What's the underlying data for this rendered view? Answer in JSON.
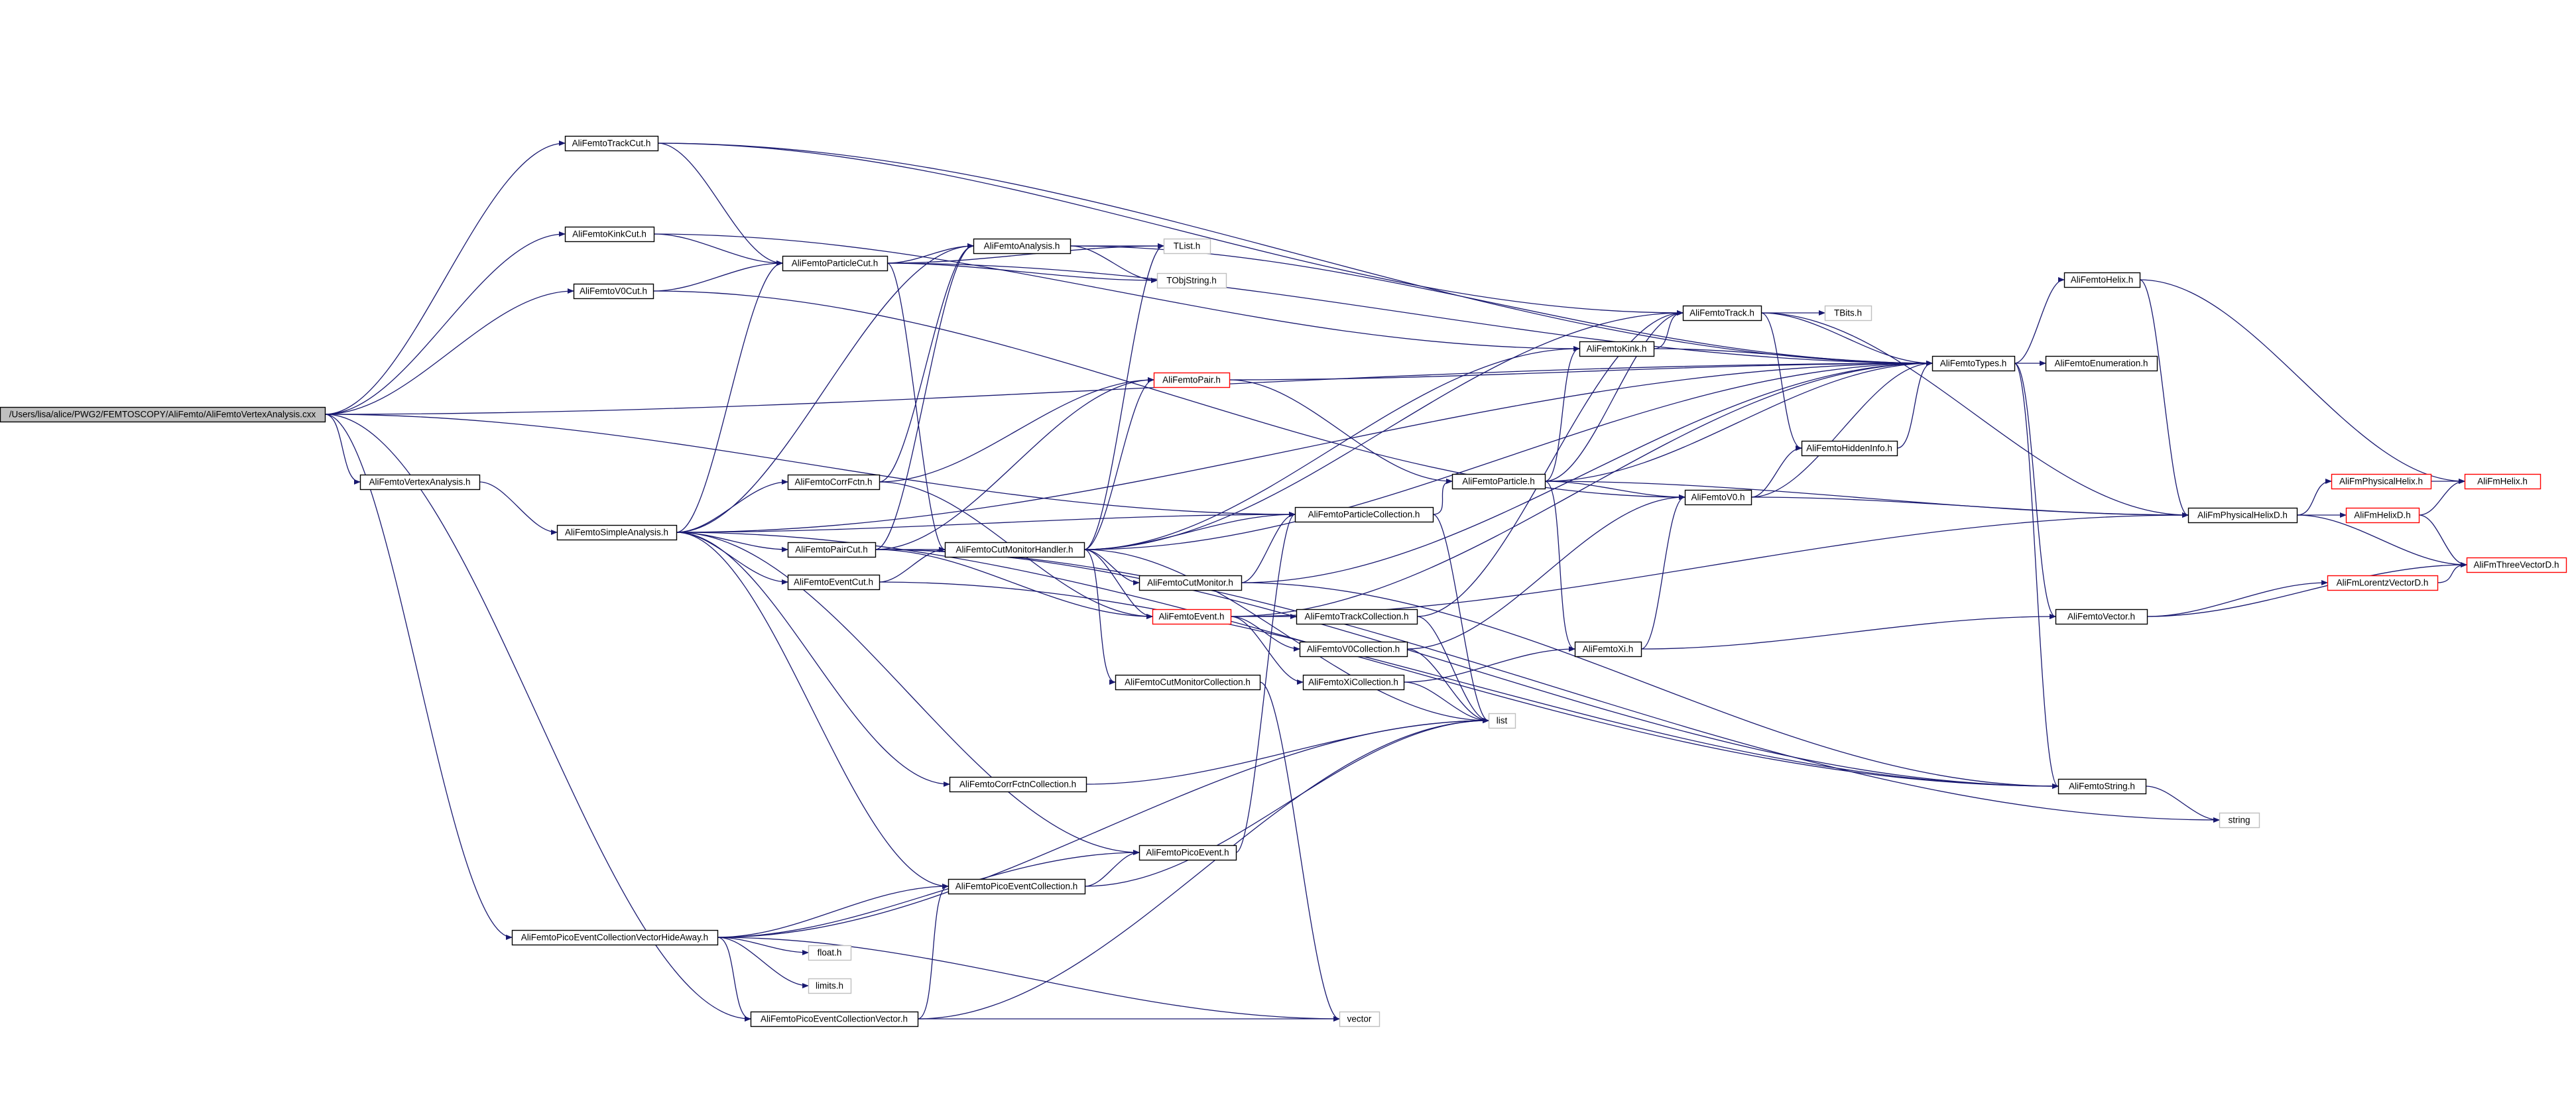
{
  "colors": {
    "edge": "#191970",
    "border_normal": "#000000",
    "border_incomplete": "#ff0000",
    "border_external": "#bfbfbf",
    "fill_root": "#bfbfbf",
    "fill_node": "#ffffff",
    "text": "#000000"
  },
  "nodes": [
    {
      "id": "root",
      "label": "/Users/lisa/alice/PWG2/FEMTOSCOPY/AliFemto/AliFemtoVertexAnalysis.cxx",
      "kind": "root"
    },
    {
      "id": "trackcut",
      "label": "AliFemtoTrackCut.h",
      "kind": "normal"
    },
    {
      "id": "kinkcut",
      "label": "AliFemtoKinkCut.h",
      "kind": "normal"
    },
    {
      "id": "v0cut",
      "label": "AliFemtoV0Cut.h",
      "kind": "normal"
    },
    {
      "id": "particlecut",
      "label": "AliFemtoParticleCut.h",
      "kind": "normal"
    },
    {
      "id": "analysis",
      "label": "AliFemtoAnalysis.h",
      "kind": "normal"
    },
    {
      "id": "tlist",
      "label": "TList.h",
      "kind": "external"
    },
    {
      "id": "tobjstring",
      "label": "TObjString.h",
      "kind": "external"
    },
    {
      "id": "track",
      "label": "AliFemtoTrack.h",
      "kind": "normal"
    },
    {
      "id": "tbits",
      "label": "TBits.h",
      "kind": "external"
    },
    {
      "id": "kink",
      "label": "AliFemtoKink.h",
      "kind": "normal"
    },
    {
      "id": "types",
      "label": "AliFemtoTypes.h",
      "kind": "normal"
    },
    {
      "id": "enumeration",
      "label": "AliFemtoEnumeration.h",
      "kind": "normal"
    },
    {
      "id": "helix",
      "label": "AliFemtoHelix.h",
      "kind": "normal"
    },
    {
      "id": "pair",
      "label": "AliFemtoPair.h",
      "kind": "incomplete"
    },
    {
      "id": "vertexanalysis",
      "label": "AliFemtoVertexAnalysis.h",
      "kind": "normal"
    },
    {
      "id": "simpleanalysis",
      "label": "AliFemtoSimpleAnalysis.h",
      "kind": "normal"
    },
    {
      "id": "corrfctn",
      "label": "AliFemtoCorrFctn.h",
      "kind": "normal"
    },
    {
      "id": "paircut",
      "label": "AliFemtoPairCut.h",
      "kind": "normal"
    },
    {
      "id": "eventcut",
      "label": "AliFemtoEventCut.h",
      "kind": "normal"
    },
    {
      "id": "cutmonitorhandler",
      "label": "AliFemtoCutMonitorHandler.h",
      "kind": "normal"
    },
    {
      "id": "particlecollection",
      "label": "AliFemtoParticleCollection.h",
      "kind": "normal"
    },
    {
      "id": "particle",
      "label": "AliFemtoParticle.h",
      "kind": "normal"
    },
    {
      "id": "hiddeninfo",
      "label": "AliFemtoHiddenInfo.h",
      "kind": "normal"
    },
    {
      "id": "v0",
      "label": "AliFemtoV0.h",
      "kind": "normal"
    },
    {
      "id": "cutmonitor",
      "label": "AliFemtoCutMonitor.h",
      "kind": "normal"
    },
    {
      "id": "event",
      "label": "AliFemtoEvent.h",
      "kind": "incomplete"
    },
    {
      "id": "trackcollection",
      "label": "AliFemtoTrackCollection.h",
      "kind": "normal"
    },
    {
      "id": "v0collection",
      "label": "AliFemtoV0Collection.h",
      "kind": "normal"
    },
    {
      "id": "xicollection",
      "label": "AliFemtoXiCollection.h",
      "kind": "normal"
    },
    {
      "id": "xi",
      "label": "AliFemtoXi.h",
      "kind": "normal"
    },
    {
      "id": "cutmonitorcollection",
      "label": "AliFemtoCutMonitorCollection.h",
      "kind": "normal"
    },
    {
      "id": "list",
      "label": "list",
      "kind": "external"
    },
    {
      "id": "corrfctncollection",
      "label": "AliFemtoCorrFctnCollection.h",
      "kind": "normal"
    },
    {
      "id": "picoevent",
      "label": "AliFemtoPicoEvent.h",
      "kind": "normal"
    },
    {
      "id": "picoeventcollection",
      "label": "AliFemtoPicoEventCollection.h",
      "kind": "normal"
    },
    {
      "id": "hideaway",
      "label": "AliFemtoPicoEventCollectionVectorHideAway.h",
      "kind": "normal"
    },
    {
      "id": "float",
      "label": "float.h",
      "kind": "external"
    },
    {
      "id": "limits",
      "label": "limits.h",
      "kind": "external"
    },
    {
      "id": "collectionvector",
      "label": "AliFemtoPicoEventCollectionVector.h",
      "kind": "normal"
    },
    {
      "id": "vector",
      "label": "vector",
      "kind": "external"
    },
    {
      "id": "femtostring",
      "label": "AliFemtoString.h",
      "kind": "normal"
    },
    {
      "id": "string",
      "label": "string",
      "kind": "external"
    },
    {
      "id": "femtovector",
      "label": "AliFemtoVector.h",
      "kind": "normal"
    },
    {
      "id": "physicalhelixd",
      "label": "AliFmPhysicalHelixD.h",
      "kind": "normal"
    },
    {
      "id": "physicalhelix",
      "label": "AliFmPhysicalHelix.h",
      "kind": "incomplete"
    },
    {
      "id": "fmhelix",
      "label": "AliFmHelix.h",
      "kind": "incomplete"
    },
    {
      "id": "fmhelixd",
      "label": "AliFmHelixD.h",
      "kind": "incomplete"
    },
    {
      "id": "threevectord",
      "label": "AliFmThreeVectorD.h",
      "kind": "incomplete"
    },
    {
      "id": "lorentzvectord",
      "label": "AliFmLorentzVectorD.h",
      "kind": "incomplete"
    }
  ],
  "edges": [
    [
      "root",
      "trackcut"
    ],
    [
      "root",
      "kinkcut"
    ],
    [
      "root",
      "v0cut"
    ],
    [
      "root",
      "types"
    ],
    [
      "root",
      "vertexanalysis"
    ],
    [
      "root",
      "hideaway"
    ],
    [
      "root",
      "collectionvector"
    ],
    [
      "root",
      "particlecollection"
    ],
    [
      "trackcut",
      "particlecut"
    ],
    [
      "trackcut",
      "track"
    ],
    [
      "trackcut",
      "types"
    ],
    [
      "kinkcut",
      "particlecut"
    ],
    [
      "kinkcut",
      "kink"
    ],
    [
      "v0cut",
      "particlecut"
    ],
    [
      "v0cut",
      "v0"
    ],
    [
      "particlecut",
      "analysis"
    ],
    [
      "particlecut",
      "tlist"
    ],
    [
      "particlecut",
      "tobjstring"
    ],
    [
      "particlecut",
      "cutmonitorhandler"
    ],
    [
      "particlecut",
      "types"
    ],
    [
      "analysis",
      "tlist"
    ],
    [
      "analysis",
      "tobjstring"
    ],
    [
      "analysis",
      "types"
    ],
    [
      "track",
      "tbits"
    ],
    [
      "track",
      "types"
    ],
    [
      "track",
      "hiddeninfo"
    ],
    [
      "track",
      "physicalhelixd"
    ],
    [
      "kink",
      "track"
    ],
    [
      "kink",
      "types"
    ],
    [
      "types",
      "enumeration"
    ],
    [
      "types",
      "helix"
    ],
    [
      "types",
      "femtostring"
    ],
    [
      "types",
      "femtovector"
    ],
    [
      "helix",
      "physicalhelixd"
    ],
    [
      "helix",
      "fmhelix"
    ],
    [
      "pair",
      "particle"
    ],
    [
      "pair",
      "types"
    ],
    [
      "vertexanalysis",
      "simpleanalysis"
    ],
    [
      "simpleanalysis",
      "particlecut"
    ],
    [
      "simpleanalysis",
      "analysis"
    ],
    [
      "simpleanalysis",
      "corrfctn"
    ],
    [
      "simpleanalysis",
      "paircut"
    ],
    [
      "simpleanalysis",
      "eventcut"
    ],
    [
      "simpleanalysis",
      "particlecollection"
    ],
    [
      "simpleanalysis",
      "corrfctncollection"
    ],
    [
      "simpleanalysis",
      "picoevent"
    ],
    [
      "simpleanalysis",
      "picoeventcollection"
    ],
    [
      "simpleanalysis",
      "types"
    ],
    [
      "simpleanalysis",
      "femtostring"
    ],
    [
      "corrfctn",
      "analysis"
    ],
    [
      "corrfctn",
      "pair"
    ],
    [
      "corrfctn",
      "event"
    ],
    [
      "paircut",
      "analysis"
    ],
    [
      "paircut",
      "pair"
    ],
    [
      "paircut",
      "cutmonitorhandler"
    ],
    [
      "paircut",
      "event"
    ],
    [
      "paircut",
      "femtostring"
    ],
    [
      "paircut",
      "string"
    ],
    [
      "eventcut",
      "cutmonitorhandler"
    ],
    [
      "eventcut",
      "femtostring"
    ],
    [
      "cutmonitorhandler",
      "types"
    ],
    [
      "cutmonitorhandler",
      "pair"
    ],
    [
      "cutmonitorhandler",
      "track"
    ],
    [
      "cutmonitorhandler",
      "kink"
    ],
    [
      "cutmonitorhandler",
      "particlecollection"
    ],
    [
      "cutmonitorhandler",
      "cutmonitor"
    ],
    [
      "cutmonitorhandler",
      "event"
    ],
    [
      "cutmonitorhandler",
      "cutmonitorcollection"
    ],
    [
      "cutmonitorhandler",
      "list"
    ],
    [
      "cutmonitorhandler",
      "tlist"
    ],
    [
      "particlecollection",
      "particle"
    ],
    [
      "particlecollection",
      "list"
    ],
    [
      "particle",
      "kink"
    ],
    [
      "particle",
      "track"
    ],
    [
      "particle",
      "v0"
    ],
    [
      "particle",
      "xi"
    ],
    [
      "particle",
      "types"
    ],
    [
      "particle",
      "physicalhelixd"
    ],
    [
      "hiddeninfo",
      "types"
    ],
    [
      "v0",
      "hiddeninfo"
    ],
    [
      "v0",
      "types"
    ],
    [
      "v0",
      "physicalhelixd"
    ],
    [
      "cutmonitor",
      "particlecollection"
    ],
    [
      "cutmonitor",
      "femtostring"
    ],
    [
      "cutmonitor",
      "types"
    ],
    [
      "event",
      "trackcollection"
    ],
    [
      "event",
      "v0collection"
    ],
    [
      "event",
      "xicollection"
    ],
    [
      "event",
      "types"
    ],
    [
      "event",
      "physicalhelixd"
    ],
    [
      "trackcollection",
      "track"
    ],
    [
      "trackcollection",
      "list"
    ],
    [
      "v0collection",
      "v0"
    ],
    [
      "v0collection",
      "list"
    ],
    [
      "xicollection",
      "xi"
    ],
    [
      "xicollection",
      "list"
    ],
    [
      "xi",
      "v0"
    ],
    [
      "xi",
      "femtovector"
    ],
    [
      "cutmonitorcollection",
      "vector"
    ],
    [
      "corrfctncollection",
      "list"
    ],
    [
      "picoevent",
      "particlecollection"
    ],
    [
      "picoeventcollection",
      "picoevent"
    ],
    [
      "picoeventcollection",
      "list"
    ],
    [
      "hideaway",
      "picoeventcollection"
    ],
    [
      "hideaway",
      "picoevent"
    ],
    [
      "hideaway",
      "list"
    ],
    [
      "hideaway",
      "float"
    ],
    [
      "hideaway",
      "limits"
    ],
    [
      "hideaway",
      "collectionvector"
    ],
    [
      "hideaway",
      "vector"
    ],
    [
      "collectionvector",
      "picoeventcollection"
    ],
    [
      "collectionvector",
      "list"
    ],
    [
      "collectionvector",
      "vector"
    ],
    [
      "femtostring",
      "string"
    ],
    [
      "femtovector",
      "lorentzvectord"
    ],
    [
      "femtovector",
      "threevectord"
    ],
    [
      "physicalhelixd",
      "physicalhelix"
    ],
    [
      "physicalhelixd",
      "fmhelixd"
    ],
    [
      "physicalhelixd",
      "threevectord"
    ],
    [
      "physicalhelix",
      "fmhelix"
    ],
    [
      "fmhelixd",
      "fmhelix"
    ],
    [
      "fmhelixd",
      "threevectord"
    ],
    [
      "lorentzvectord",
      "threevectord"
    ]
  ]
}
